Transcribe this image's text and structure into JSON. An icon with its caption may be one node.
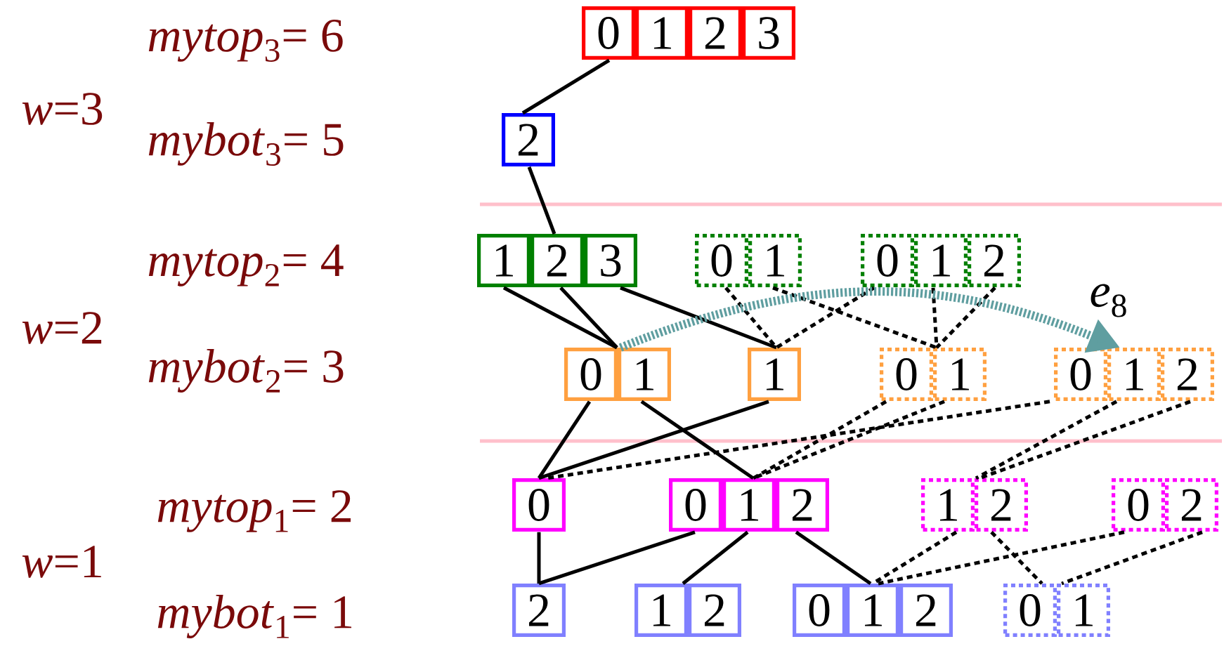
{
  "diagram": {
    "nodes": [
      {
        "text": [
          "0",
          "1",
          "2",
          "3"
        ]
      },
      {
        "text": [
          "2"
        ]
      },
      {
        "text": [
          "1",
          "2",
          "3"
        ]
      },
      {
        "text": [
          "0",
          "1"
        ]
      },
      {
        "text": [
          "0",
          "1",
          "2"
        ]
      },
      {
        "text": [
          "0",
          "1"
        ]
      },
      {
        "text": [
          "1"
        ]
      },
      {
        "text": [
          "0",
          "1"
        ]
      },
      {
        "text": [
          "0",
          "1",
          "2"
        ]
      },
      {
        "text": [
          "0"
        ]
      },
      {
        "text": [
          "0",
          "1",
          "2"
        ]
      },
      {
        "text": [
          "1",
          "2"
        ]
      },
      {
        "text": [
          "0",
          "2"
        ]
      },
      {
        "text": [
          "2"
        ]
      },
      {
        "text": [
          "1",
          "2"
        ]
      },
      {
        "text": [
          "0",
          "1",
          "2"
        ]
      },
      {
        "text": [
          "0",
          "1"
        ]
      }
    ],
    "edges": [
      {
        "from": 0,
        "to": 1,
        "arrow": "none"
      },
      {
        "from": 1,
        "to": 2,
        "arrow": "none"
      },
      {
        "from": 2,
        "to": 5,
        "arrow": "none"
      },
      {
        "from": 2,
        "to": 5,
        "arrow": "none"
      },
      {
        "from": 2,
        "to": 6,
        "arrow": "none"
      },
      {
        "from": 3,
        "to": 6,
        "arrow": "none",
        "style": "dashed"
      },
      {
        "from": 3,
        "to": 7,
        "arrow": "none",
        "style": "dashed"
      },
      {
        "from": 4,
        "to": 6,
        "arrow": "none",
        "style": "dashed"
      },
      {
        "from": 4,
        "to": 7,
        "arrow": "none",
        "style": "dashed"
      },
      {
        "from": 4,
        "to": 7,
        "arrow": "none",
        "style": "dashed"
      },
      {
        "from": 5,
        "to": 8,
        "arrow": "to",
        "style": "dashed",
        "color": "#5f9ea0",
        "label": "*e*$_{8}$"
      },
      {
        "from": 5,
        "to": 9,
        "arrow": "none"
      },
      {
        "from": 6,
        "to": 9,
        "arrow": "none"
      },
      {
        "from": 5,
        "to": 10,
        "arrow": "none"
      },
      {
        "from": 7,
        "to": 10,
        "arrow": "none",
        "style": "dashed"
      },
      {
        "from": 7,
        "to": 10,
        "arrow": "none",
        "style": "dashed"
      },
      {
        "from": 8,
        "to": 9,
        "arrow": "none",
        "style": "dashed"
      },
      {
        "from": 8,
        "to": 11,
        "arrow": "none",
        "style": "dashed"
      },
      {
        "from": 8,
        "to": 11,
        "arrow": "none",
        "style": "dashed"
      },
      {
        "from": 9,
        "to": 13,
        "arrow": "none"
      },
      {
        "from": 10,
        "to": 13,
        "arrow": "none"
      },
      {
        "from": 10,
        "to": 14,
        "arrow": "none"
      },
      {
        "from": 10,
        "to": 15,
        "arrow": "none"
      },
      {
        "from": 11,
        "to": 15,
        "arrow": "none",
        "style": "dashed"
      },
      {
        "from": 12,
        "to": 15,
        "arrow": "none",
        "style": "dashed"
      },
      {
        "from": 11,
        "to": 16,
        "arrow": "none",
        "style": "dashed"
      },
      {
        "from": 12,
        "to": 16,
        "arrow": "none",
        "style": "dashed"
      }
    ],
    "labels": [
      "*mytop*$_{3}$= 6",
      "*w*=3",
      "*mybot*$_{3}$= 5",
      "*mytop*$_{2}$= 4",
      "*w*=2",
      "*mybot*$_{2}$= 3",
      "*mytop*$_{1}$= 2",
      "*w*=1",
      "*mybot*$_{1}$= 1"
    ]
  }
}
